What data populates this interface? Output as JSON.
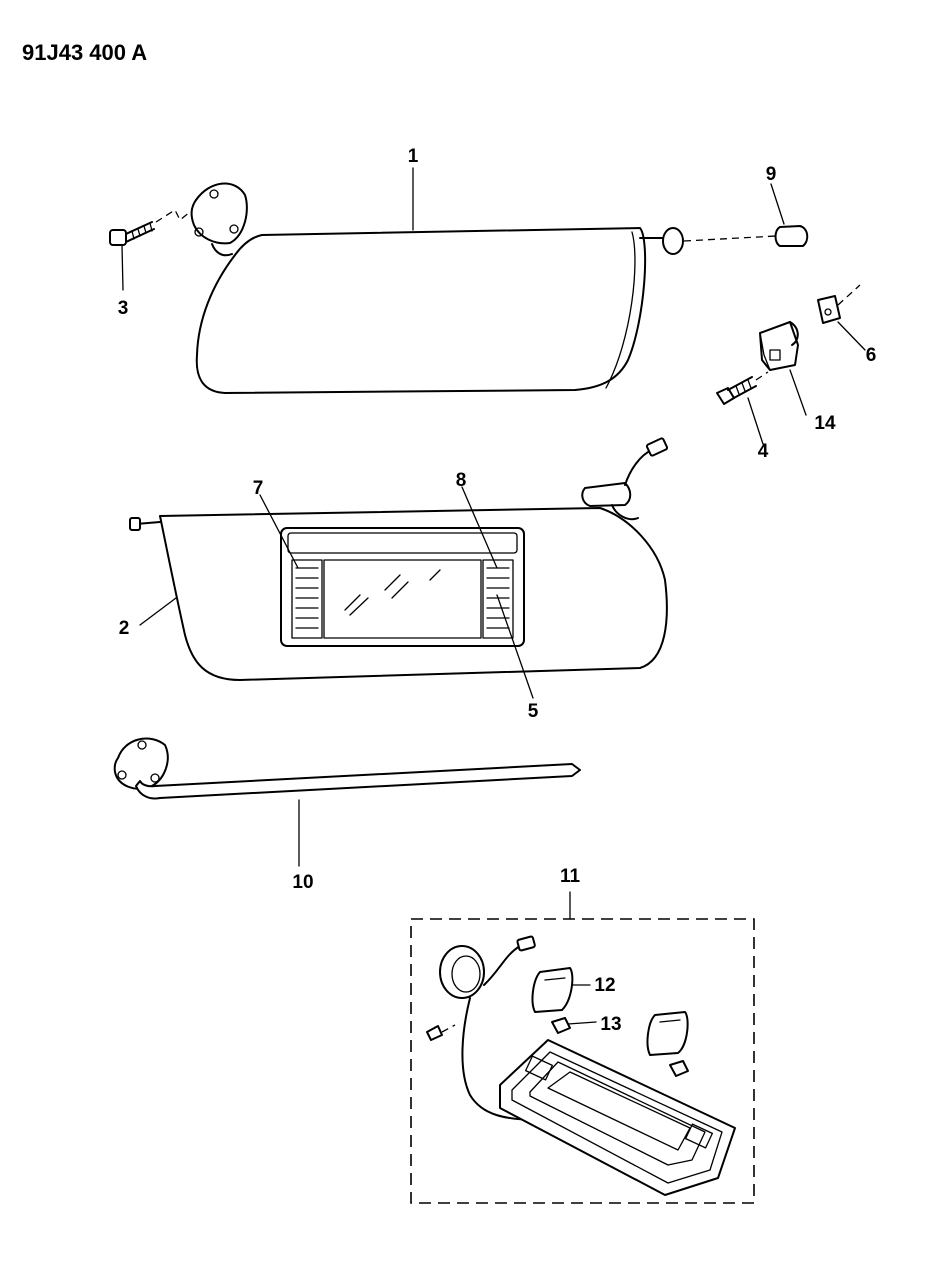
{
  "diagram_code": "91J43 400 A",
  "callouts": {
    "c1": "1",
    "c2": "2",
    "c3": "3",
    "c4": "4",
    "c5": "5",
    "c6": "6",
    "c7": "7",
    "c8": "8",
    "c9": "9",
    "c10": "10",
    "c11": "11",
    "c12": "12",
    "c13": "13",
    "c14": "14"
  }
}
